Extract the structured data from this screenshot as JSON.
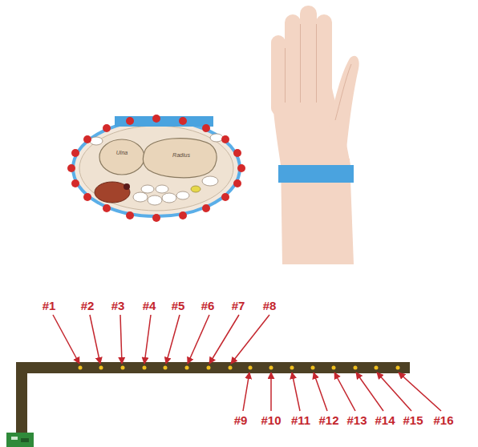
{
  "diagram": {
    "labels": [
      "#1",
      "#2",
      "#3",
      "#4",
      "#5",
      "#6",
      "#7",
      "#8",
      "#9",
      "#10",
      "#11",
      "#12",
      "#13",
      "#14",
      "#15",
      "#16",
      "Ulna",
      "Radius"
    ]
  }
}
